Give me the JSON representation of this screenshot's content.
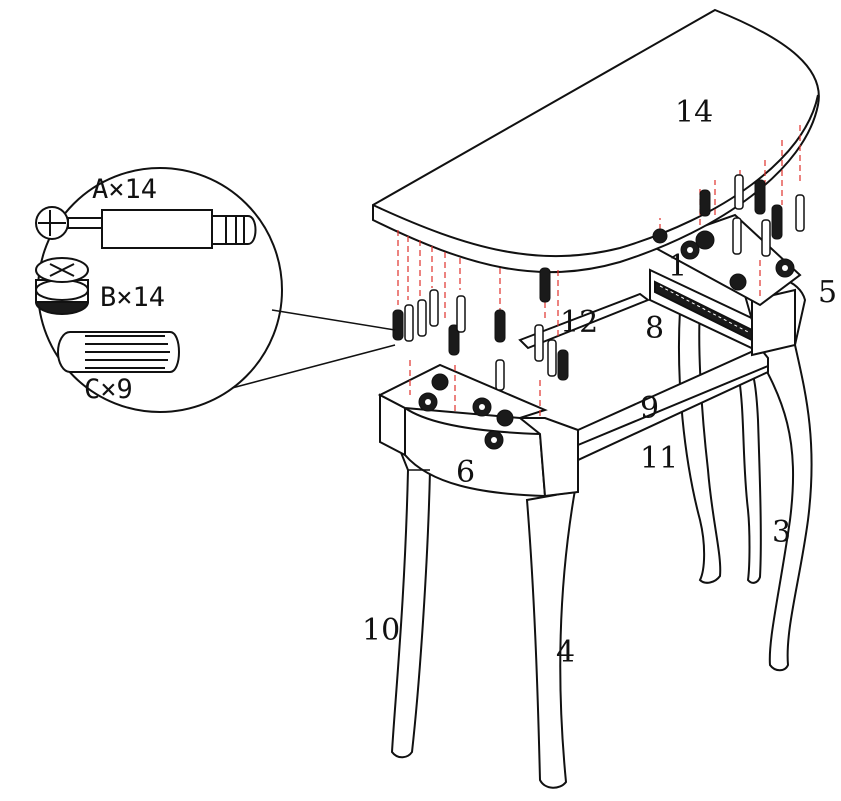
{
  "diagram": {
    "part_labels": {
      "p1": "1",
      "p3": "3",
      "p4": "4",
      "p5": "5",
      "p6": "6",
      "p8": "8",
      "p9": "9",
      "p10": "10",
      "p11": "11",
      "p12": "12",
      "p14": "14"
    },
    "hardware_callout": {
      "a": "A×14",
      "b": "B×14",
      "c": "C×9"
    }
  },
  "colors": {
    "line": "#111111",
    "guide": "#e0312b",
    "fill": "#ffffff",
    "dark_part": "#1a1a1a"
  }
}
